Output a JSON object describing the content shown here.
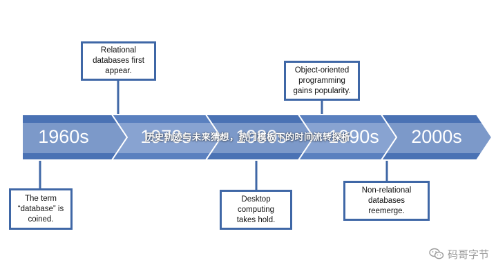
{
  "timeline": {
    "decades": [
      "1960s",
      "1970s",
      "1980s",
      "1990s",
      "2000s"
    ],
    "colors": {
      "arrow": "#4a72b4",
      "arrow_light": "#5a80bf",
      "connector": "#3f67a6"
    }
  },
  "events": [
    {
      "decade": "1960s",
      "text": "The term\n“database” is\ncoined.",
      "position": "below"
    },
    {
      "decade": "1970s",
      "text": "Relational\ndatabases first\nappear.",
      "position": "above"
    },
    {
      "decade": "1980s",
      "text": "Desktop\ncomputing\ntakes hold.",
      "position": "below"
    },
    {
      "decade": "1990s",
      "text": "Object-oriented\nprogramming\ngains popularity.",
      "position": "above"
    },
    {
      "decade": "2000s",
      "text": "Non-relational\ndatabases\nreemerge.",
      "position": "below"
    }
  ],
  "headline": "历史轨迹与未来猜想，热门模板下的时间流转探析",
  "watermark": {
    "icon": "wechat-icon",
    "text": "码哥字节"
  }
}
